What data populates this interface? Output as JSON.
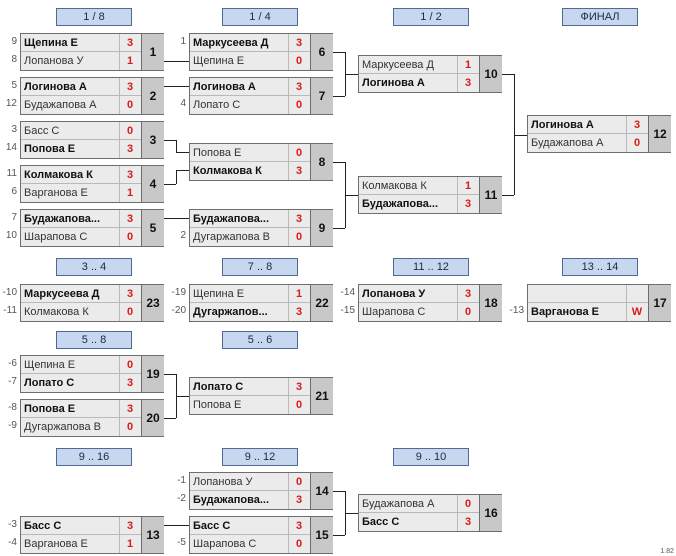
{
  "headers": [
    "1 / 8",
    "1 / 4",
    "1 / 2",
    "ФИНАЛ",
    "3 .. 4",
    "7 .. 8",
    "11 .. 12",
    "13 .. 14",
    "5 .. 8",
    "5 .. 6",
    "9 .. 16",
    "9 .. 12",
    "9 .. 10"
  ],
  "matches": [
    {
      "id": "1",
      "p": [
        {
          "seed": "9",
          "name": "Щепина Е",
          "score": "3",
          "win": true
        },
        {
          "seed": "8",
          "name": "Лопанова У",
          "score": "1",
          "win": false
        }
      ]
    },
    {
      "id": "2",
      "p": [
        {
          "seed": "5",
          "name": "Логинова А",
          "score": "3",
          "win": true
        },
        {
          "seed": "12",
          "name": "Будажапова А",
          "score": "0",
          "win": false
        }
      ]
    },
    {
      "id": "3",
      "p": [
        {
          "seed": "3",
          "name": "Басс С",
          "score": "0",
          "win": false
        },
        {
          "seed": "14",
          "name": "Попова Е",
          "score": "3",
          "win": true
        }
      ]
    },
    {
      "id": "4",
      "p": [
        {
          "seed": "11",
          "name": "Колмакова К",
          "score": "3",
          "win": true
        },
        {
          "seed": "6",
          "name": "Варганова Е",
          "score": "1",
          "win": false
        }
      ]
    },
    {
      "id": "5",
      "p": [
        {
          "seed": "7",
          "name": "Будажапова...",
          "score": "3",
          "win": true
        },
        {
          "seed": "10",
          "name": "Шарапова С",
          "score": "0",
          "win": false
        }
      ]
    },
    {
      "id": "6",
      "p": [
        {
          "seed": "1",
          "name": "Маркусеева Д",
          "score": "3",
          "win": true
        },
        {
          "seed": "",
          "name": "Щепина Е",
          "score": "0",
          "win": false
        }
      ]
    },
    {
      "id": "7",
      "p": [
        {
          "seed": "",
          "name": "Логинова А",
          "score": "3",
          "win": true
        },
        {
          "seed": "4",
          "name": "Лопато С",
          "score": "0",
          "win": false
        }
      ]
    },
    {
      "id": "8",
      "p": [
        {
          "seed": "",
          "name": "Попова Е",
          "score": "0",
          "win": false
        },
        {
          "seed": "",
          "name": "Колмакова К",
          "score": "3",
          "win": true
        }
      ]
    },
    {
      "id": "9",
      "p": [
        {
          "seed": "",
          "name": "Будажапова...",
          "score": "3",
          "win": true
        },
        {
          "seed": "2",
          "name": "Дугаржапова В",
          "score": "0",
          "win": false
        }
      ]
    },
    {
      "id": "10",
      "p": [
        {
          "seed": "",
          "name": "Маркусеева Д",
          "score": "1",
          "win": false
        },
        {
          "seed": "",
          "name": "Логинова А",
          "score": "3",
          "win": true
        }
      ]
    },
    {
      "id": "11",
      "p": [
        {
          "seed": "",
          "name": "Колмакова К",
          "score": "1",
          "win": false
        },
        {
          "seed": "",
          "name": "Будажапова...",
          "score": "3",
          "win": true
        }
      ]
    },
    {
      "id": "12",
      "p": [
        {
          "seed": "",
          "name": "Логинова А",
          "score": "3",
          "win": true
        },
        {
          "seed": "",
          "name": "Будажапова А",
          "score": "0",
          "win": false
        }
      ]
    },
    {
      "id": "23",
      "p": [
        {
          "seed": "-10",
          "name": "Маркусеева Д",
          "score": "3",
          "win": true
        },
        {
          "seed": "-11",
          "name": "Колмакова К",
          "score": "0",
          "win": false
        }
      ]
    },
    {
      "id": "22",
      "p": [
        {
          "seed": "-19",
          "name": "Щепина Е",
          "score": "1",
          "win": false
        },
        {
          "seed": "-20",
          "name": "Дугаржапов...",
          "score": "3",
          "win": true
        }
      ]
    },
    {
      "id": "18",
      "p": [
        {
          "seed": "-14",
          "name": "Лопанова У",
          "score": "3",
          "win": true
        },
        {
          "seed": "-15",
          "name": "Шарапова С",
          "score": "0",
          "win": false
        }
      ]
    },
    {
      "id": "17",
      "p": [
        {
          "seed": "",
          "name": "",
          "score": "",
          "win": false
        },
        {
          "seed": "-13",
          "name": "Варганова Е",
          "score": "W",
          "win": true
        }
      ]
    },
    {
      "id": "19",
      "p": [
        {
          "seed": "-6",
          "name": "Щепина Е",
          "score": "0",
          "win": false
        },
        {
          "seed": "-7",
          "name": "Лопато С",
          "score": "3",
          "win": true
        }
      ]
    },
    {
      "id": "20",
      "p": [
        {
          "seed": "-8",
          "name": "Попова Е",
          "score": "3",
          "win": true
        },
        {
          "seed": "-9",
          "name": "Дугаржапова В",
          "score": "0",
          "win": false
        }
      ]
    },
    {
      "id": "21",
      "p": [
        {
          "seed": "",
          "name": "Лопато С",
          "score": "3",
          "win": true
        },
        {
          "seed": "",
          "name": "Попова Е",
          "score": "0",
          "win": false
        }
      ]
    },
    {
      "id": "14",
      "p": [
        {
          "seed": "-1",
          "name": "Лопанова У",
          "score": "0",
          "win": false
        },
        {
          "seed": "-2",
          "name": "Будажапова...",
          "score": "3",
          "win": true
        }
      ]
    },
    {
      "id": "13",
      "p": [
        {
          "seed": "-3",
          "name": "Басс С",
          "score": "3",
          "win": true
        },
        {
          "seed": "-4",
          "name": "Варганова Е",
          "score": "1",
          "win": false
        }
      ]
    },
    {
      "id": "15",
      "p": [
        {
          "seed": "",
          "name": "Басс С",
          "score": "3",
          "win": true
        },
        {
          "seed": "-5",
          "name": "Шарапова С",
          "score": "0",
          "win": false
        }
      ]
    },
    {
      "id": "16",
      "p": [
        {
          "seed": "",
          "name": "Будажапова А",
          "score": "0",
          "win": false
        },
        {
          "seed": "",
          "name": "Басс С",
          "score": "3",
          "win": true
        }
      ]
    }
  ],
  "version": "1.82"
}
